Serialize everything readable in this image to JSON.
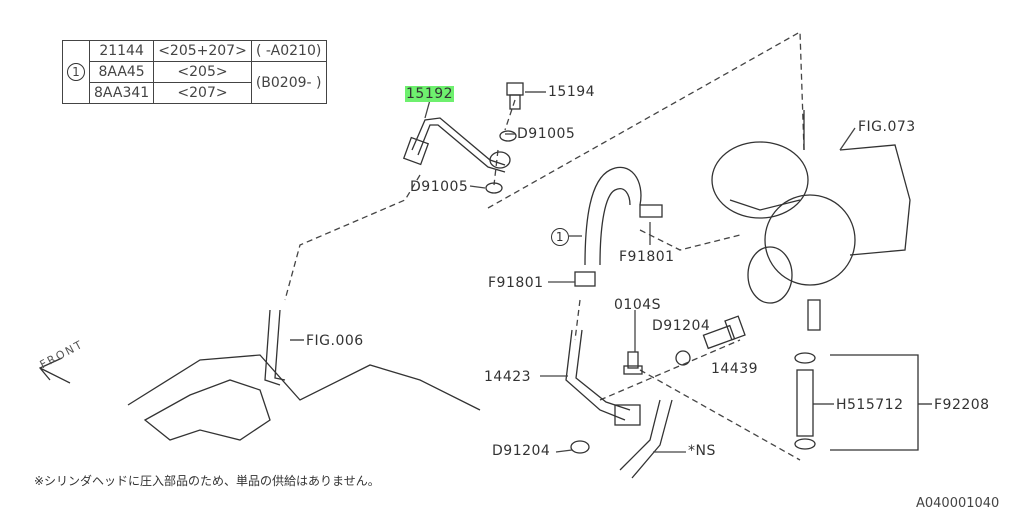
{
  "applicability_table": {
    "ref": "1",
    "rows": [
      {
        "part": "21144",
        "model": "<205+207>",
        "range": "( -A0210)"
      },
      {
        "part": "8AA45",
        "model": "<205>",
        "range": "(B0209- )"
      },
      {
        "part": "8AA341",
        "model": "<207>",
        "range": ""
      }
    ]
  },
  "callouts": {
    "p15192": "15192",
    "p15194": "15194",
    "d91005a": "D91005",
    "d91005b": "D91005",
    "fig073": "FIG.073",
    "ref1": "1",
    "f91801a": "F91801",
    "f91801b": "F91801",
    "p0104s": "0104S",
    "d91204a": "D91204",
    "fig006": "FIG.006",
    "p14423": "14423",
    "p14439": "14439",
    "h515712": "H515712",
    "f92208": "F92208",
    "d91204b": "D91204",
    "ns": "*NS"
  },
  "front_label": "FRONT",
  "note": "※シリンダヘッドに圧入部品のため、単品の供給はありません。",
  "diagram_code": "A040001040",
  "highlight_color": "#6ef06e"
}
